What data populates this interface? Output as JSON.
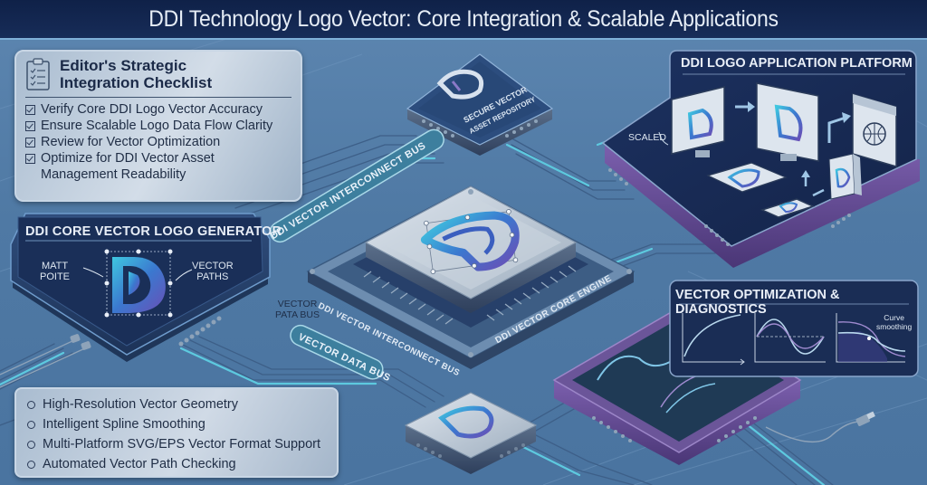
{
  "header": {
    "title": "DDI Technology Logo Vector: Core Integration & Scalable Applications"
  },
  "checklist": {
    "icon": "clipboard-checklist-icon",
    "title_line1": "Editor's Strategic",
    "title_line2": "Integration Checklist",
    "items": [
      {
        "label": "Verify Core DDI Logo Vector Accuracy",
        "checked": true
      },
      {
        "label": "Ensure Scalable Logo Data Flow Clarity",
        "checked": true
      },
      {
        "label": "Review for Vector Optimization",
        "checked": true
      },
      {
        "label": "Optimize for DDI Vector Asset",
        "label2": "Management Readability",
        "checked": true
      }
    ]
  },
  "generator": {
    "title": "DDI CORE VECTOR LOGO GENERATOR",
    "left_label_line1": "MATT",
    "left_label_line2": "POITE",
    "right_label_line1": "VECTOR",
    "right_label_line2": "PATHS"
  },
  "repository_chip": {
    "label_line1": "SECURE VECTOR",
    "label_line2": "ASSET REPOSITORY"
  },
  "core_chip": {
    "inner_label_left": "DDI VECTOR INTERCONNECT BUS",
    "inner_label_right": "DDI VECTOR CORE ENGINE"
  },
  "buses": {
    "interconnect": "DDI VECTOR INTERCONNECT BUS",
    "data": "VECTOR DATA BUS",
    "data_side_label_line1": "VECTOR",
    "data_side_label_line2": "PATA BUS"
  },
  "platform": {
    "title": "DDI LOGO APPLICATION PLATFORM",
    "scaled_label": "SCALED",
    "devices": [
      "monitor-small",
      "monitor-large",
      "browser-window",
      "tablet",
      "phone",
      "package-box"
    ]
  },
  "diagnostics": {
    "title": "VECTOR OPTIMIZATION & DIAGNOSTICS",
    "curve_label_line1": "Curve",
    "curve_label_line2": "smoothing",
    "graphs": [
      "fit-curve",
      "sine-compare",
      "smoothing-falloff"
    ]
  },
  "features": {
    "items": [
      "High-Resolution Vector Geometry",
      "Intelligent Spline Smoothing",
      "Multi-Platform SVG/EPS Vector Format Support",
      "Automated Vector Path Checking"
    ]
  },
  "colors": {
    "title_bg": "#122650",
    "background": "#5580ab",
    "panel_dark": "#1a2d55",
    "accent_cyan": "#5fd3e6",
    "accent_purple": "#6a4f9a",
    "logo_blue": "#3c7fd1",
    "logo_purple": "#6a58b8"
  }
}
